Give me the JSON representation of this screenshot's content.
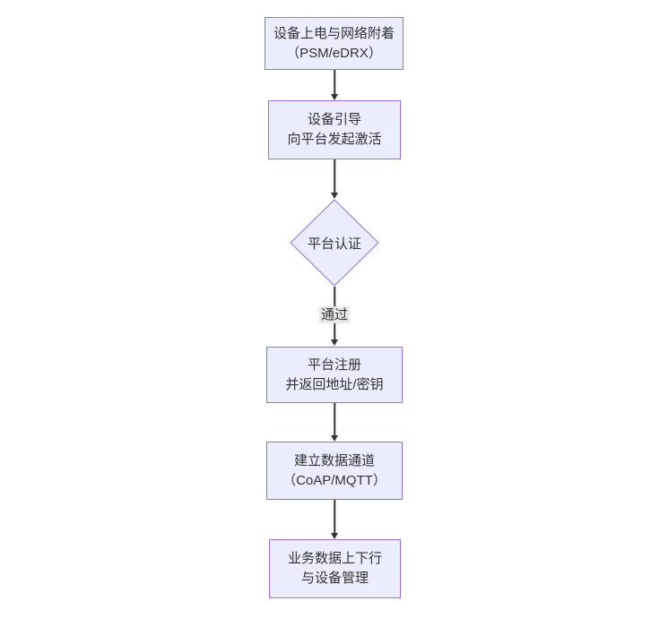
{
  "diagram": {
    "type": "flowchart",
    "direction": "top-down",
    "colors": {
      "background": "#ffffff",
      "node_fill": "#ECECFF",
      "node_border": "#9370DB",
      "line_color": "#333333",
      "edge_label_bg": "#e8e8e8",
      "text_color": "#333333"
    },
    "nodes": [
      {
        "id": "power_attach",
        "shape": "rect",
        "lines": [
          "设备上电与网络附着",
          "（PSM/eDRX）"
        ]
      },
      {
        "id": "bootstrap",
        "shape": "rect",
        "lines": [
          "设备引导",
          "向平台发起激活"
        ]
      },
      {
        "id": "platform_auth",
        "shape": "diamond",
        "lines": [
          "平台认证"
        ]
      },
      {
        "id": "platform_register",
        "shape": "rect",
        "lines": [
          "平台注册",
          "并返回地址/密钥"
        ]
      },
      {
        "id": "data_channel",
        "shape": "rect",
        "lines": [
          "建立数据通道",
          "（CoAP/MQTT）"
        ]
      },
      {
        "id": "business_data",
        "shape": "rect",
        "lines": [
          "业务数据上下行",
          "与设备管理"
        ]
      }
    ],
    "edges": [
      {
        "from": "power_attach",
        "to": "bootstrap",
        "label": ""
      },
      {
        "from": "bootstrap",
        "to": "platform_auth",
        "label": ""
      },
      {
        "from": "platform_auth",
        "to": "platform_register",
        "label": "通过"
      },
      {
        "from": "platform_register",
        "to": "data_channel",
        "label": ""
      },
      {
        "from": "data_channel",
        "to": "business_data",
        "label": ""
      }
    ]
  }
}
